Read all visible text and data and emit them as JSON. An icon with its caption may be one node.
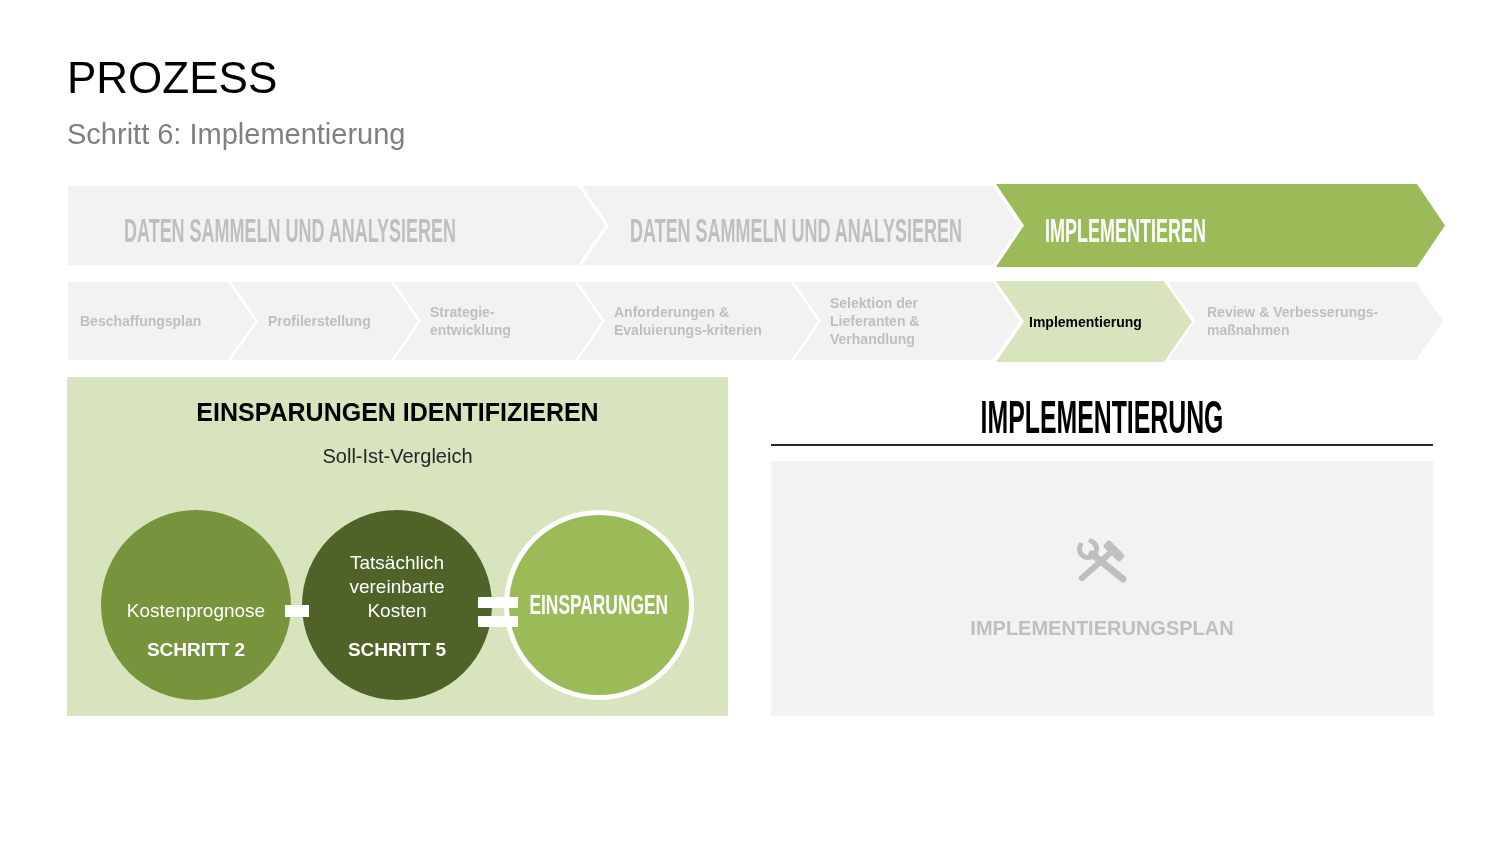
{
  "diagram": {
    "title": "PROZESS",
    "nodes": [
      {
        "text": [
          "DATEN SAMMELN UND ANALYSIEREN"
        ]
      },
      {
        "text": [
          "DATEN SAMMELN UND ANALYSIEREN"
        ]
      },
      {
        "text": [
          "IMPLEMENTIEREN"
        ]
      },
      {
        "text": [
          "Beschaffungsplan"
        ]
      },
      {
        "text": [
          "Profilerstellung"
        ]
      },
      {
        "text": [
          "Strategie- entwicklung"
        ]
      },
      {
        "text": [
          "Anforderungen & Evaluierungs-kriterien"
        ]
      },
      {
        "text": [
          "Selektion der Lieferanten & Verhandlung"
        ]
      },
      {
        "text": [
          "Implementierung"
        ]
      },
      {
        "text": [
          "Review & Verbesserungs- maßnahmen"
        ]
      },
      {
        "text": [
          "EINSPARUNGEN IDENTIFIZIEREN",
          "Soll-Ist-Vergleich"
        ]
      },
      {
        "text": [
          "Kostenprognose",
          "SCHRITT 2"
        ],
        "in": 10
      },
      {
        "text": [
          "Tatsächlich vereinbarte Kosten",
          "SCHRITT 5"
        ],
        "in": 10
      },
      {
        "text": [
          "EINSPARUNGEN"
        ],
        "in": 10
      },
      {
        "text": [
          "IMPLEMENTIERUNG",
          "IMPLEMENTIERUNGSPLAN"
        ]
      }
    ],
    "labels": [
      "Schritt 6: Implementierung"
    ]
  }
}
